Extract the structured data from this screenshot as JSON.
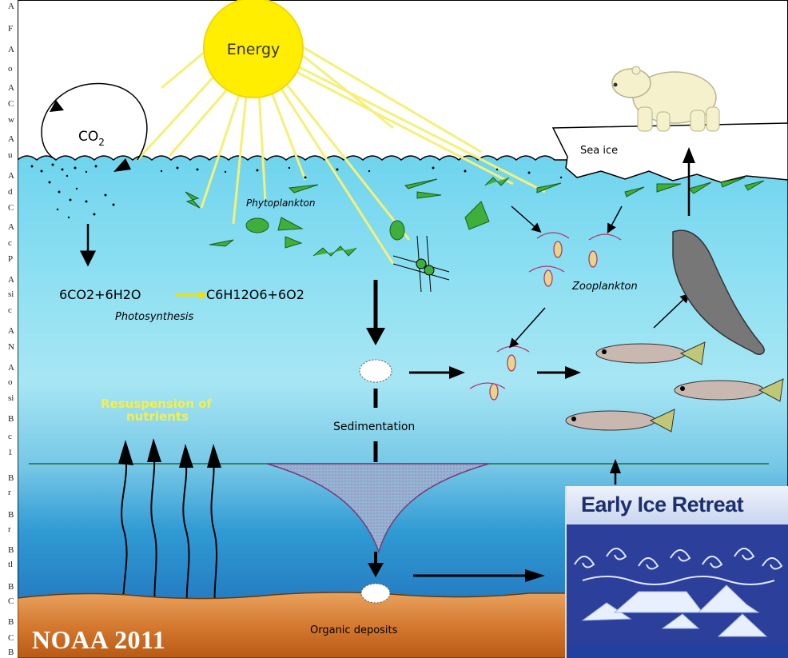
{
  "left_column_text": [
    "A",
    "F",
    "A",
    "o",
    "A",
    "C",
    "w",
    "A",
    "u",
    "A",
    "d",
    "C",
    "A",
    "c",
    "P",
    "A",
    "si",
    "c",
    "A",
    "N",
    "A",
    "o",
    "si",
    "B",
    "c",
    "1",
    "B",
    "r",
    "B",
    "r",
    "B",
    "tl",
    "B",
    "C",
    "B",
    "C",
    "B"
  ],
  "labels": {
    "energy": "Energy",
    "co2": "CO",
    "co2_sub": "2",
    "sea_ice": "Sea ice",
    "phytoplankton": "Phytoplankton",
    "zooplankton": "Zooplankton",
    "photosynthesis": "Photosynthesis",
    "sedimentation": "Sedimentation",
    "resuspension_1": "Resuspension  of",
    "resuspension_2": "nutrients",
    "organic_deposits": "Organic deposits"
  },
  "equation": {
    "lhs": "6CO2+6H2O",
    "rhs": "C6H12O6+6O2"
  },
  "watermark": "NOAA 2011",
  "inset": {
    "title": "Early Ice Retreat"
  }
}
